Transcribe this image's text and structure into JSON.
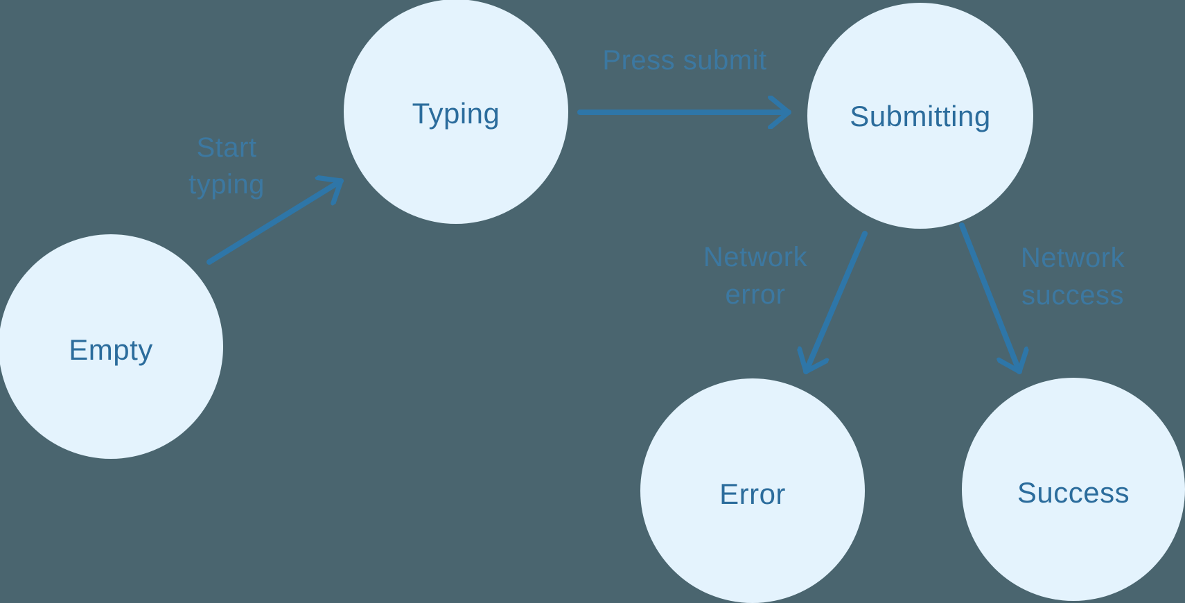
{
  "colors": {
    "background": "#4A656F",
    "node_fill": "#E4F3FD",
    "node_text": "#2B6C9C",
    "arrow": "#2E76A8",
    "edge_label": "#3B7AA6"
  },
  "diagram": {
    "type": "state-machine",
    "nodes": [
      {
        "id": "empty",
        "label": "Empty"
      },
      {
        "id": "typing",
        "label": "Typing"
      },
      {
        "id": "submitting",
        "label": "Submitting"
      },
      {
        "id": "error",
        "label": "Error"
      },
      {
        "id": "success",
        "label": "Success"
      }
    ],
    "edges": [
      {
        "from": "empty",
        "to": "typing",
        "label": "Start typing",
        "lines": [
          "Start",
          "typing"
        ]
      },
      {
        "from": "typing",
        "to": "submitting",
        "label": "Press submit",
        "lines": [
          "Press submit"
        ]
      },
      {
        "from": "submitting",
        "to": "error",
        "label": "Network error",
        "lines": [
          "Network",
          "error"
        ]
      },
      {
        "from": "submitting",
        "to": "success",
        "label": "Network success",
        "lines": [
          "Network",
          "success"
        ]
      }
    ]
  }
}
